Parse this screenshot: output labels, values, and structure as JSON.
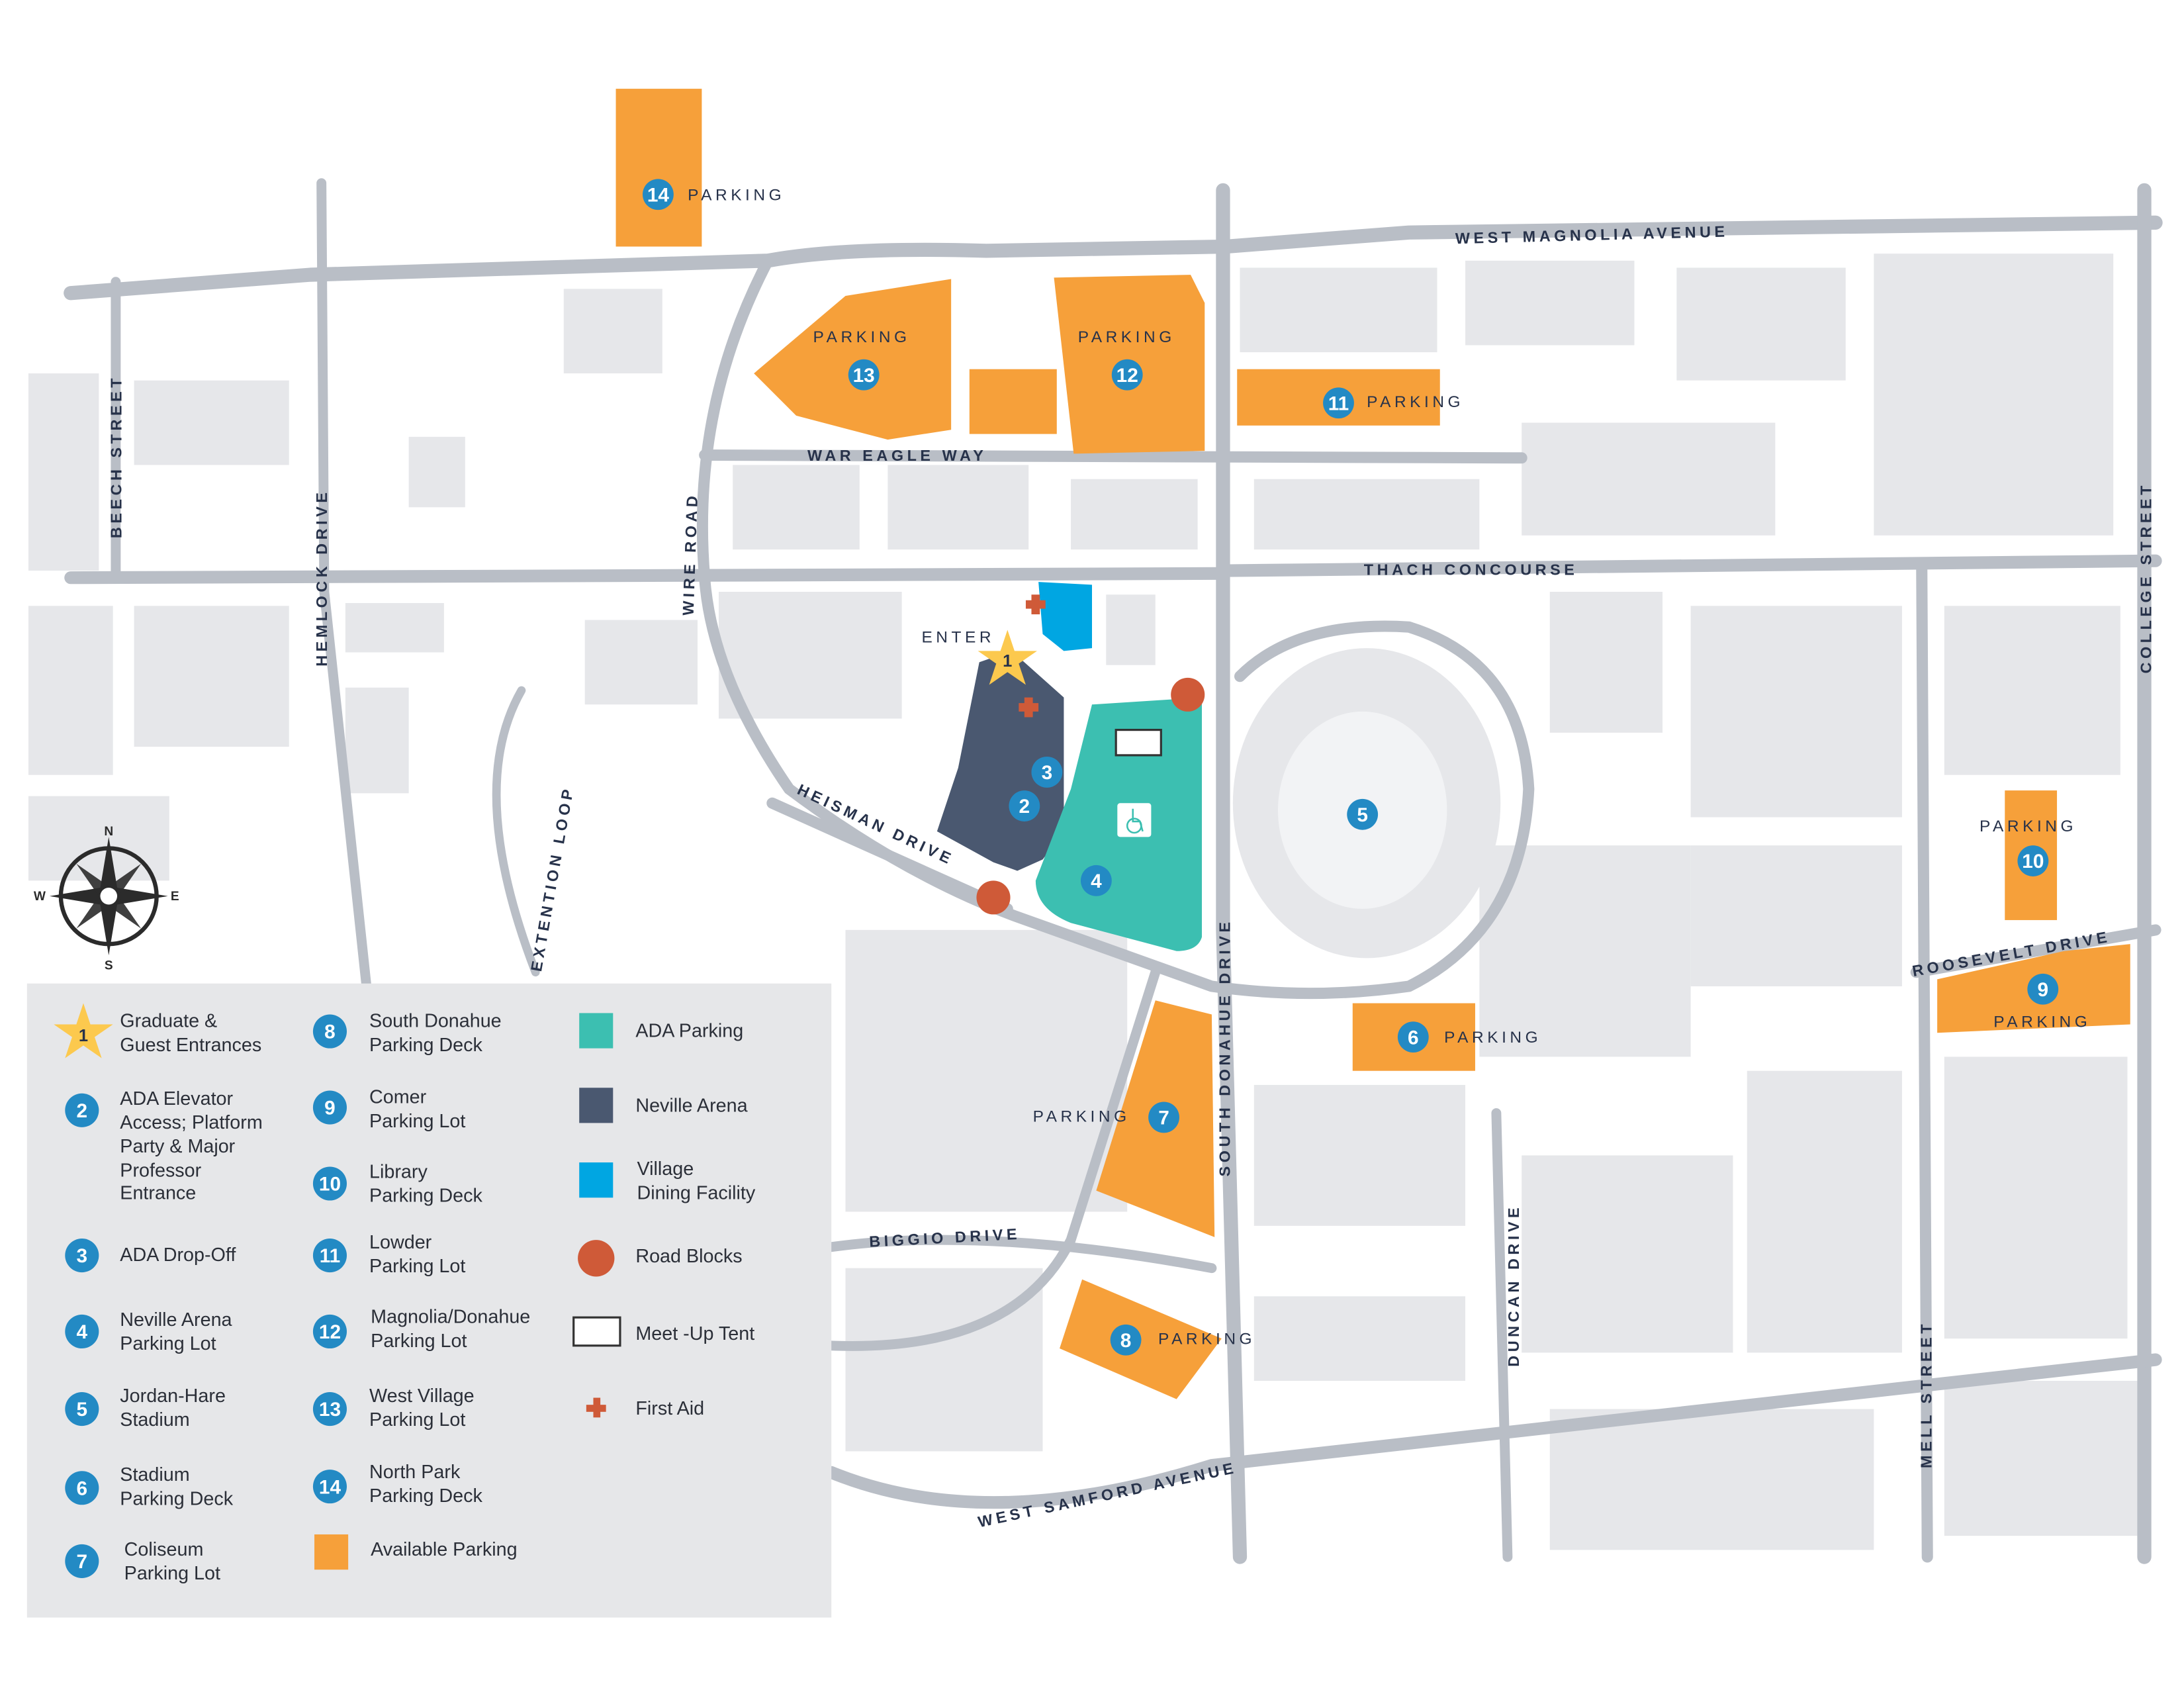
{
  "colors": {
    "parking": "#f6a03a",
    "ada": "#3cbfb1",
    "arena": "#4a5870",
    "dining": "#00a6e2",
    "roadblock": "#cf5a38",
    "badge": "#238ac4",
    "star": "#fcc94e",
    "road": "#b9bec6",
    "building": "#e6e7ea"
  },
  "streets": {
    "west_magnolia": "WEST MAGNOLIA AVENUE",
    "war_eagle": "WAR EAGLE WAY",
    "thach": "THACH CONCOURSE",
    "beech": "BEECH STREET",
    "hemlock": "HEMLOCK DRIVE",
    "wire": "WIRE ROAD",
    "heisman": "HEISMAN DRIVE",
    "extention": "EXTENTION LOOP",
    "south_donahue": "SOUTH DONAHUE DRIVE",
    "college": "COLLEGE STREET",
    "roosevelt": "ROOSEVELT DRIVE",
    "biggio": "BIGGIO DRIVE",
    "duncan": "DUNCAN DRIVE",
    "mell": "MELL STREET",
    "west_samford": "WEST SAMFORD AVENUE"
  },
  "map": {
    "enter_label": "ENTER",
    "parking_label": "PARKING",
    "markers": [
      "1",
      "2",
      "3",
      "4",
      "5",
      "6",
      "7",
      "8",
      "9",
      "10",
      "11",
      "12",
      "13",
      "14"
    ]
  },
  "compass": {
    "n": "N",
    "s": "S",
    "e": "E",
    "w": "W"
  },
  "legend": {
    "numbered": [
      {
        "num": "1",
        "line1": "Graduate &",
        "line2": "Guest Entrances"
      },
      {
        "num": "2",
        "lines": [
          "ADA Elevator",
          "Access; Platform",
          "Party & Major",
          "Professor",
          "Entrance"
        ]
      },
      {
        "num": "3",
        "line1": "ADA Drop-Off"
      },
      {
        "num": "4",
        "line1": "Neville Arena",
        "line2": "Parking Lot"
      },
      {
        "num": "5",
        "line1": "Jordan-Hare",
        "line2": "Stadium"
      },
      {
        "num": "6",
        "line1": "Stadium",
        "line2": "Parking Deck"
      },
      {
        "num": "7",
        "line1": "Coliseum",
        "line2": "Parking Lot"
      },
      {
        "num": "8",
        "line1": "South Donahue",
        "line2": "Parking Deck"
      },
      {
        "num": "9",
        "line1": "Comer",
        "line2": "Parking Lot"
      },
      {
        "num": "10",
        "line1": "Library",
        "line2": "Parking Deck"
      },
      {
        "num": "11",
        "line1": "Lowder",
        "line2": "Parking Lot"
      },
      {
        "num": "12",
        "line1": "Magnolia/Donahue",
        "line2": "Parking Lot"
      },
      {
        "num": "13",
        "line1": "West Village",
        "line2": "Parking Lot"
      },
      {
        "num": "14",
        "line1": "North Park",
        "line2": "Parking Deck"
      }
    ],
    "available_parking": "Available Parking",
    "ada_parking": "ADA Parking",
    "neville_arena": "Neville Arena",
    "village_dining": {
      "line1": "Village",
      "line2": "Dining Facility"
    },
    "road_blocks": "Road Blocks",
    "meet_up_tent": "Meet -Up Tent",
    "first_aid": "First Aid"
  }
}
